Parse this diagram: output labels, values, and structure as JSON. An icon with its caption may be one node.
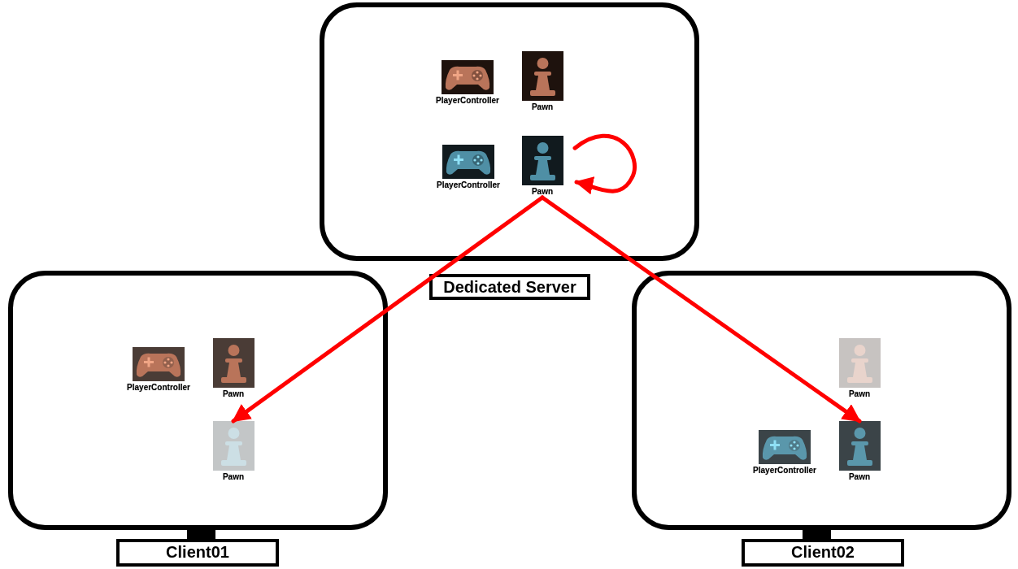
{
  "diagram": {
    "nodes": [
      {
        "text": [
          "Dedicated Server"
        ]
      },
      {
        "text": [
          "PlayerController"
        ],
        "in": 0
      },
      {
        "text": [
          "Pawn"
        ],
        "in": 0
      },
      {
        "text": [
          "PlayerController"
        ],
        "in": 0
      },
      {
        "text": [
          "Pawn"
        ],
        "in": 0
      },
      {
        "text": [
          "Client01"
        ]
      },
      {
        "text": [
          "PlayerController"
        ],
        "in": 5
      },
      {
        "text": [
          "Pawn"
        ],
        "in": 5
      },
      {
        "text": [
          "Pawn"
        ],
        "in": 5
      },
      {
        "text": [
          "Client02"
        ]
      },
      {
        "text": [
          "Pawn"
        ],
        "in": 9
      },
      {
        "text": [
          "PlayerController"
        ],
        "in": 9
      },
      {
        "text": [
          "Pawn"
        ],
        "in": 9
      }
    ],
    "edges": [
      {
        "from": 4,
        "to": 4,
        "arrow": "to"
      },
      {
        "from": 4,
        "to": 8,
        "arrow": "to"
      },
      {
        "from": 4,
        "to": 12,
        "arrow": "to"
      }
    ]
  }
}
